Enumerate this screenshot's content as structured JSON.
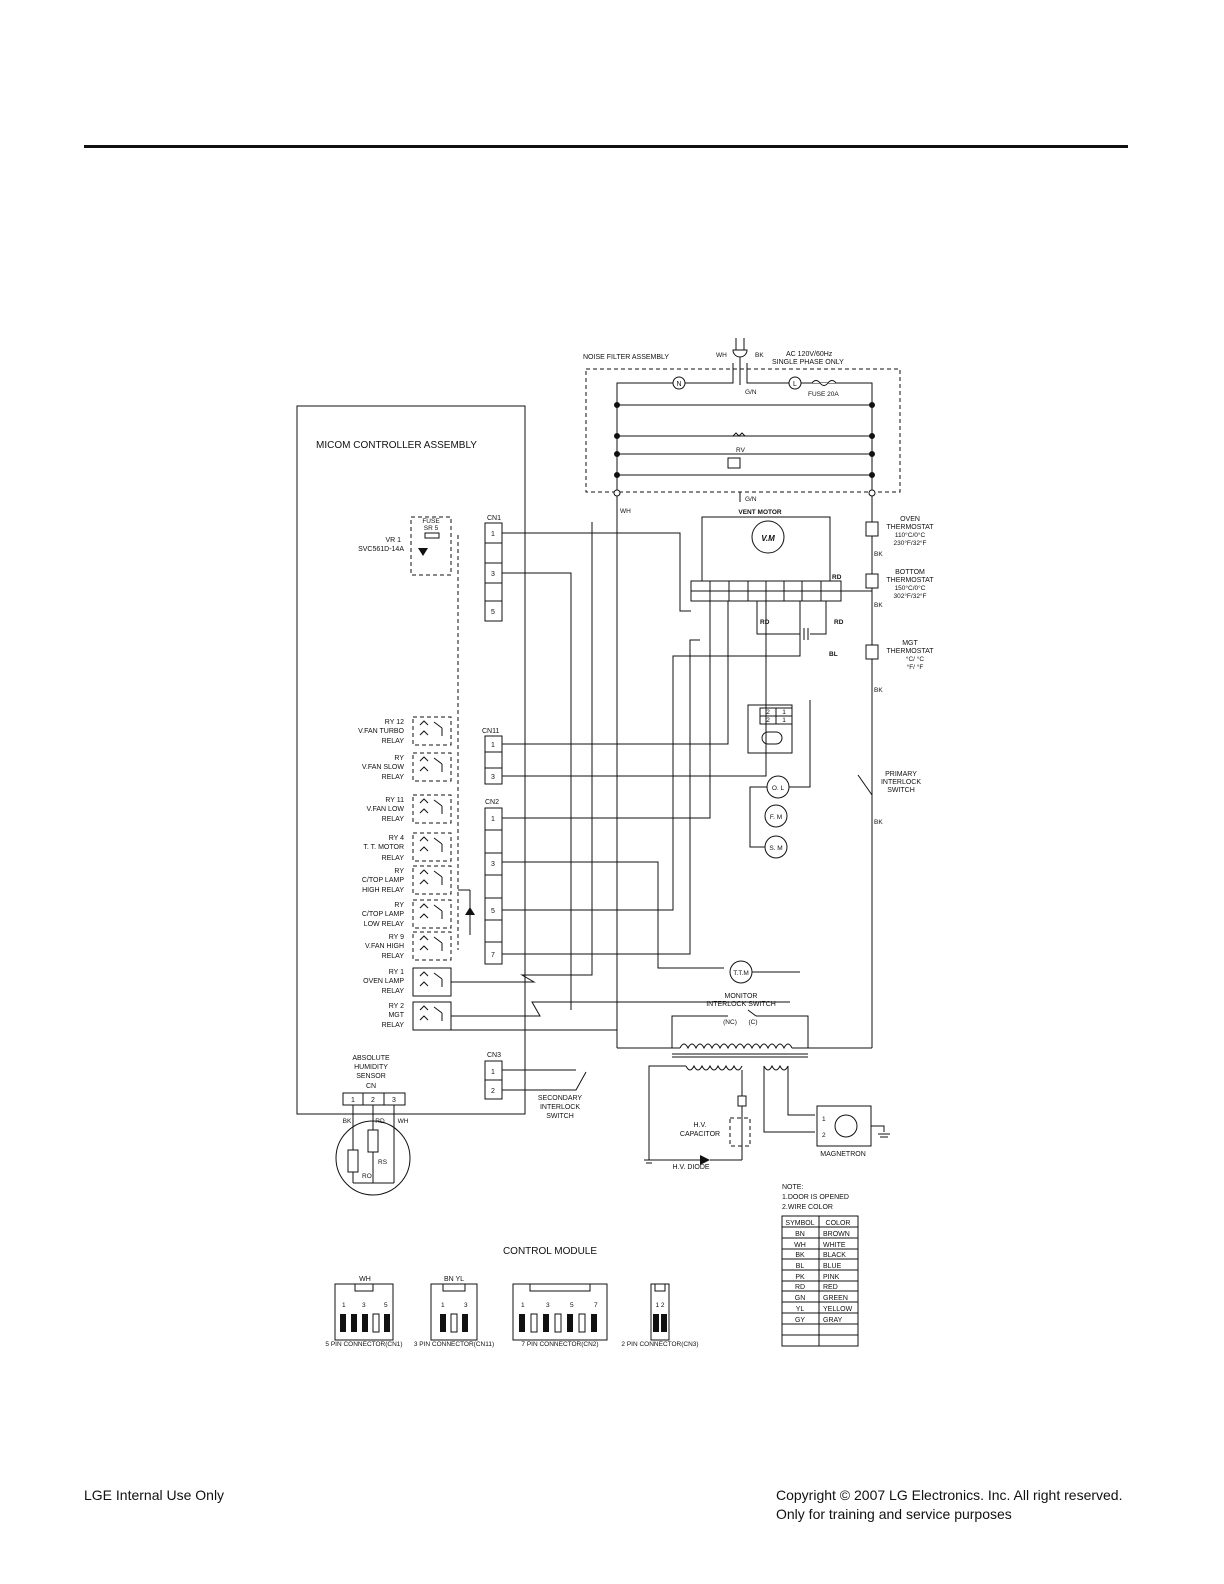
{
  "footer": {
    "left": "LGE Internal Use Only",
    "right_line1": "Copyright © 2007 LG Electronics. Inc. All right reserved.",
    "right_line2": "Only for training and service purposes"
  },
  "diagram": {
    "micom_title": "MICOM CONTROLLER ASSEMBLY",
    "noise_filter": "NOISE FILTER ASSEMBLY",
    "ac_supply": [
      "AC 120V/60Hz",
      "SINGLE PHASE ONLY"
    ],
    "plug_wh": "WH",
    "plug_bk": "BK",
    "gn_top": "G/N",
    "gn_bottom": "G/N",
    "fuse": "FUSE 20A",
    "node_n": "N",
    "node_l": "L",
    "rv": "RV",
    "vent_motor": "VENT MOTOR",
    "vm": "V.M",
    "vr1": [
      "VR 1",
      "SVC561D-14A"
    ],
    "fuse_small": [
      "FUSE",
      "SR 5"
    ],
    "cn1": {
      "label": "CN1",
      "pins": [
        "1",
        "3",
        "5"
      ]
    },
    "cn11": {
      "label": "CN11",
      "pins": [
        "1",
        "3"
      ]
    },
    "cn2": {
      "label": "CN2",
      "pins": [
        "1",
        "3",
        "5",
        "7"
      ]
    },
    "cn3": {
      "label": "CN3",
      "pins": [
        "1",
        "2"
      ]
    },
    "relays": [
      [
        "RY 12",
        "V.FAN TURBO",
        "RELAY"
      ],
      [
        "RY",
        "V.FAN SLOW",
        "RELAY"
      ],
      [
        "RY 11",
        "V.FAN LOW",
        "RELAY"
      ],
      [
        "RY 4",
        "T. T. MOTOR",
        "RELAY"
      ],
      [
        "RY",
        "C/TOP LAMP",
        "HIGH RELAY"
      ],
      [
        "RY",
        "C/TOP LAMP",
        "LOW RELAY"
      ],
      [
        "RY 9",
        "V.FAN HIGH",
        "RELAY"
      ],
      [
        "RY 1",
        "OVEN LAMP",
        "RELAY"
      ],
      [
        "RY 2",
        "MGT",
        "RELAY"
      ]
    ],
    "oven_thermostat": [
      "OVEN",
      "THERMOSTAT",
      "110°C/0°C",
      "230°F/32°F"
    ],
    "bottom_thermostat": [
      "BOTTOM",
      "THERMOSTAT",
      "150°C/0°C",
      "302°F/32°F"
    ],
    "mgt_thermostat": [
      "MGT",
      "THERMOSTAT",
      "°C/ °C",
      "°F/ °F"
    ],
    "primary_switch": [
      "PRIMARY",
      "INTERLOCK",
      "SWITCH"
    ],
    "wire_bk": "BK",
    "wire_wh": "WH",
    "wire_rd": "RD",
    "wire_bl": "BL",
    "ol": "O. L",
    "fm": "F. M",
    "sm": "S. M",
    "ttm": "T.T.M",
    "motor_pins": [
      "2",
      "1",
      "2",
      "1"
    ],
    "monitor_switch": [
      "MONITOR",
      "INTERLOCK SWITCH"
    ],
    "nc": "(NC)",
    "c": "(C)",
    "humidity": {
      "title": [
        "ABSOLUTE",
        "HUMIDITY",
        "SENSOR",
        "CN"
      ],
      "pins": [
        "1",
        "2",
        "3"
      ],
      "wires": [
        "BK",
        "RD",
        "WH"
      ],
      "r": [
        "RO",
        "RS"
      ]
    },
    "secondary_switch": [
      "SECONDARY",
      "INTERLOCK",
      "SWITCH"
    ],
    "hv_capacitor": [
      "H.V.",
      "CAPACITOR"
    ],
    "hv_diode": "H.V. DIODE",
    "magnetron": "MAGNETRON",
    "mag_pins": [
      "1",
      "2"
    ],
    "note": [
      "NOTE:",
      "1.DOOR IS OPENED",
      "2.WIRE COLOR"
    ],
    "color_table": {
      "headers": [
        "SYMBOL",
        "COLOR"
      ],
      "rows": [
        [
          "BN",
          "BROWN"
        ],
        [
          "WH",
          "WHITE"
        ],
        [
          "BK",
          "BLACK"
        ],
        [
          "BL",
          "BLUE"
        ],
        [
          "PK",
          "PINK"
        ],
        [
          "RD",
          "RED"
        ],
        [
          "GN",
          "GREEN"
        ],
        [
          "YL",
          "YELLOW"
        ],
        [
          "GY",
          "GRAY"
        ]
      ]
    },
    "control_module": "CONTROL MODULE",
    "connectors": [
      {
        "top": "WH",
        "pins": [
          "1",
          "3",
          "5"
        ],
        "caption": "5 PIN CONNECTOR(CN1)"
      },
      {
        "top": "BN YL",
        "pins": [
          "1",
          "3"
        ],
        "caption": "3 PIN CONNECTOR(CN11)"
      },
      {
        "top": "",
        "pins": [
          "1",
          "3",
          "5",
          "7"
        ],
        "caption": "7 PIN CONNECTOR(CN2)"
      },
      {
        "top": "",
        "pins": [
          "1 2"
        ],
        "caption": "2 PIN CONNECTOR(CN3)"
      }
    ]
  }
}
